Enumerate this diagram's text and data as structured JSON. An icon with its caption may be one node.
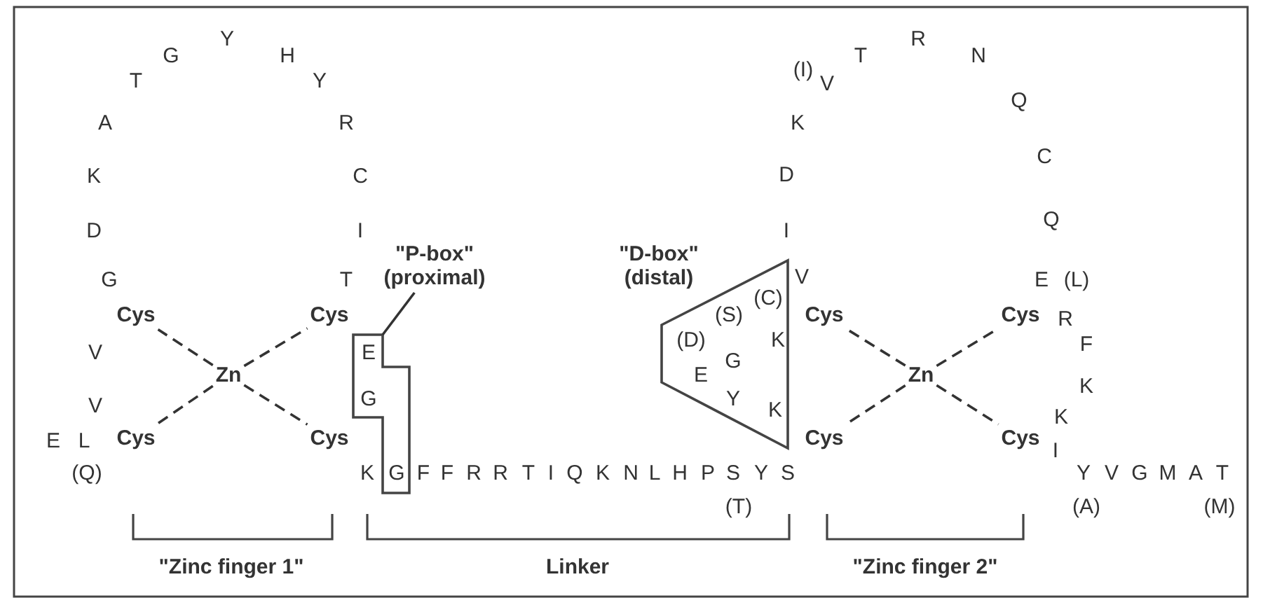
{
  "diagram": {
    "nodes": [
      {
        "text": [
          "Zn"
        ]
      },
      {
        "text": [
          "Cys"
        ]
      },
      {
        "text": [
          "Cys"
        ]
      },
      {
        "text": [
          "Cys"
        ]
      },
      {
        "text": [
          "Cys"
        ]
      },
      {
        "text": [
          "\"P-box\" (proximal)"
        ]
      },
      {
        "text": [
          "E",
          "G",
          "G"
        ]
      },
      {
        "text": [
          "(C)",
          "(S)",
          "(D)",
          "K",
          "G",
          "E",
          "Y",
          "K"
        ]
      },
      {
        "text": [
          "Zn"
        ]
      },
      {
        "text": [
          "Cys"
        ]
      },
      {
        "text": [
          "Cys"
        ]
      },
      {
        "text": [
          "Cys"
        ]
      },
      {
        "text": [
          "Cys"
        ]
      }
    ],
    "edges": [
      {
        "from": 0,
        "to": 1,
        "arrow": "none",
        "style": "dashed"
      },
      {
        "from": 0,
        "to": 2,
        "arrow": "none",
        "style": "dashed"
      },
      {
        "from": 0,
        "to": 3,
        "arrow": "none",
        "style": "dashed"
      },
      {
        "from": 0,
        "to": 4,
        "arrow": "none",
        "style": "dashed"
      },
      {
        "from": 8,
        "to": 9,
        "arrow": "none",
        "style": "dashed"
      },
      {
        "from": 8,
        "to": 10,
        "arrow": "none",
        "style": "dashed"
      },
      {
        "from": 8,
        "to": 11,
        "arrow": "none",
        "style": "dashed"
      },
      {
        "from": 8,
        "to": 12,
        "arrow": "none",
        "style": "dashed"
      },
      {
        "from": 5,
        "to": 6,
        "arrow": "none"
      }
    ],
    "labels": [
      "Y",
      "G",
      "H",
      "T",
      "Y",
      "A",
      "R",
      "K",
      "C",
      "D",
      "I",
      "G",
      "T",
      "V",
      "V",
      "E",
      "L",
      "(Q)",
      "R",
      "T",
      "N",
      "(I)",
      "V",
      "Q",
      "K",
      "C",
      "D",
      "Q",
      "I",
      "\"D-box\" (distal)",
      "V",
      "E",
      "(L)",
      "R",
      "F",
      "K",
      "K",
      "I",
      "K",
      "F",
      "F",
      "R",
      "R",
      "T",
      "I",
      "Q",
      "K",
      "N",
      "L",
      "H",
      "P",
      "S",
      "Y",
      "S",
      "Y",
      "V",
      "G",
      "M",
      "A",
      "T",
      "(T)",
      "(A)",
      "(M)",
      "\"Zinc finger 1\"",
      "Linker",
      "\"Zinc finger 2\""
    ]
  }
}
